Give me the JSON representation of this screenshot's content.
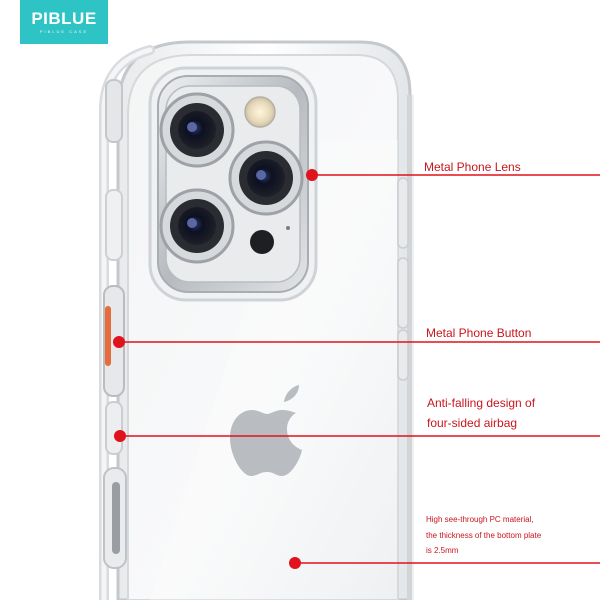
{
  "brand": {
    "name": "PIBLUE",
    "tagline": "PIBLUE CASE"
  },
  "callouts": {
    "lens": "Metal Phone Lens",
    "button": "Metal Phone Button",
    "airbag_line1": "Anti-falling design of",
    "airbag_line2": "four-sided airbag",
    "material_line1": "High see-through PC material,",
    "material_line2": "the thickness of the bottom plate",
    "material_line3": "is 2.5mm"
  },
  "colors": {
    "brand_bg": "#2ec4c6",
    "callout_red": "#c8161d",
    "case_frame": "#cfd3d8",
    "camera_metal": "#c7cacd"
  },
  "icons": {
    "logo": "apple-logo-icon"
  }
}
